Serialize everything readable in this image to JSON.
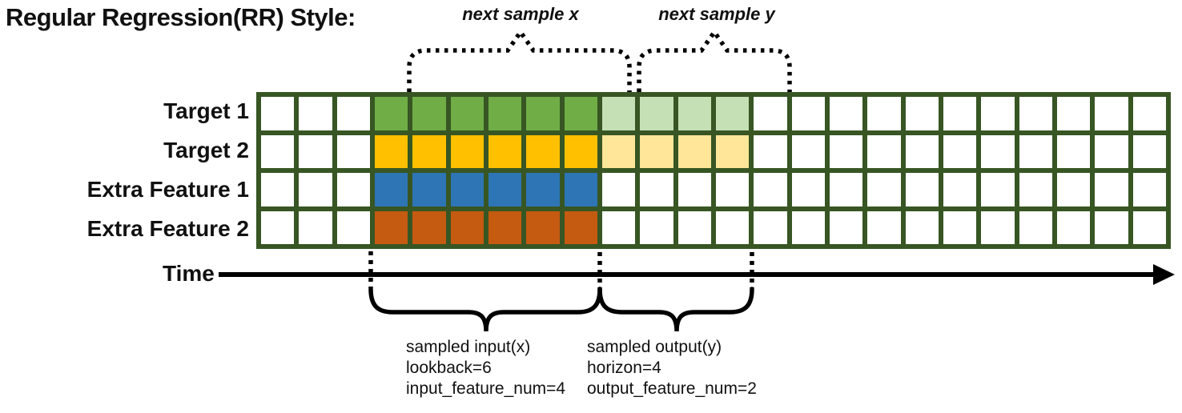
{
  "title": "Regular Regression(RR) Style:",
  "top_annotations": {
    "next_sample_x": "next sample x",
    "next_sample_y": "next sample y"
  },
  "grid": {
    "num_columns": 24,
    "input_start_col": 3,
    "lookback": 6,
    "horizon": 4,
    "rows": [
      {
        "label": "Target 1",
        "input_color": "green",
        "output_color": "light_green"
      },
      {
        "label": "Target 2",
        "input_color": "gold",
        "output_color": "light_gold"
      },
      {
        "label": "Extra Feature 1",
        "input_color": "blue",
        "output_color": null
      },
      {
        "label": "Extra Feature 2",
        "input_color": "orange",
        "output_color": null
      }
    ]
  },
  "colors": {
    "green": "#70AD47",
    "light_green": "#C5E0B4",
    "gold": "#FFC000",
    "light_gold": "#FFE699",
    "blue": "#2E75B6",
    "orange": "#C55A11",
    "grid_line": "#375623",
    "cell_empty": "#FFFFFF",
    "ink": "#000000"
  },
  "time_axis": {
    "label": "Time"
  },
  "bottom_annotations": {
    "input": {
      "lines": [
        "sampled input(x)",
        "lookback=6",
        "input_feature_num=4"
      ]
    },
    "output": {
      "lines": [
        "sampled output(y)",
        "horizon=4",
        "output_feature_num=2"
      ]
    }
  }
}
